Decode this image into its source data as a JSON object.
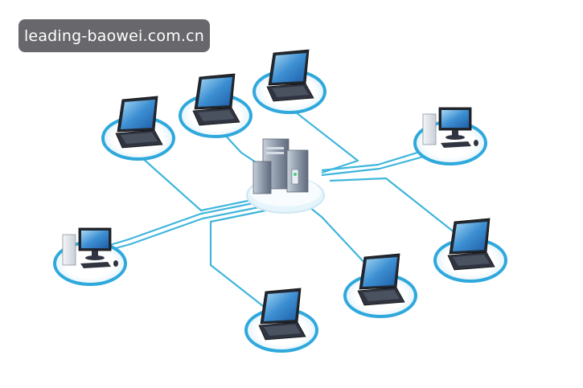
{
  "watermark": {
    "text": "leading-baowei.com.cn"
  },
  "colors": {
    "cable": "#3fb6dc",
    "ring": "#2fa8dc",
    "screen": "#3b8fd0",
    "device_body": "#2f3440",
    "server": "#9aa6b4",
    "background": "#ffffff"
  },
  "network": {
    "center": {
      "type": "server-rack",
      "icon": "server-icon"
    },
    "nodes": [
      {
        "type": "laptop",
        "icon": "laptop-icon"
      },
      {
        "type": "laptop",
        "icon": "laptop-icon"
      },
      {
        "type": "laptop",
        "icon": "laptop-icon"
      },
      {
        "type": "desktop",
        "icon": "desktop-icon"
      },
      {
        "type": "laptop",
        "icon": "laptop-icon"
      },
      {
        "type": "laptop",
        "icon": "laptop-icon"
      },
      {
        "type": "laptop",
        "icon": "laptop-icon"
      },
      {
        "type": "desktop",
        "icon": "desktop-icon"
      }
    ]
  }
}
